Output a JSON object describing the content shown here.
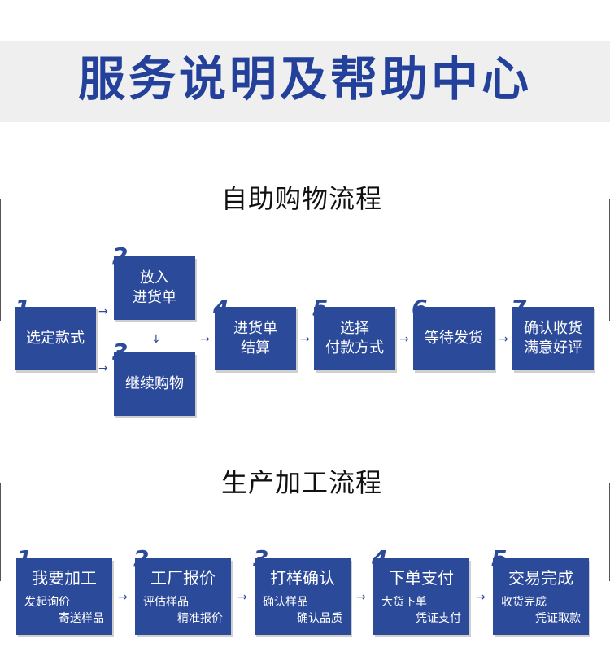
{
  "header": {
    "title": "服务说明及帮助中心"
  },
  "self_flow": {
    "title": "自助购物流程",
    "steps": [
      {
        "num": "1",
        "line1": "选定款式",
        "line2": ""
      },
      {
        "num": "2",
        "line1": "放入",
        "line2": "进货单"
      },
      {
        "num": "3",
        "line1": "继续购物",
        "line2": ""
      },
      {
        "num": "4",
        "line1": "进货单",
        "line2": "结算"
      },
      {
        "num": "5",
        "line1": "选择",
        "line2": "付款方式"
      },
      {
        "num": "6",
        "line1": "等待发货",
        "line2": ""
      },
      {
        "num": "7",
        "line1": "确认收货",
        "line2": "满意好评"
      }
    ]
  },
  "prod_flow": {
    "title": "生产加工流程",
    "steps": [
      {
        "num": "1",
        "title": "我要加工",
        "sub1": "发起询价",
        "sub2": "寄送样品"
      },
      {
        "num": "2",
        "title": "工厂报价",
        "sub1": "评估样品",
        "sub2": "精准报价"
      },
      {
        "num": "3",
        "title": "打样确认",
        "sub1": "确认样品",
        "sub2": "确认品质"
      },
      {
        "num": "4",
        "title": "下单支付",
        "sub1": "大货下单",
        "sub2": "凭证支付"
      },
      {
        "num": "5",
        "title": "交易完成",
        "sub1": "收货完成",
        "sub2": "凭证取款"
      }
    ]
  },
  "colors": {
    "accent": "#2c4a9a",
    "title": "#23409a",
    "banner_bg": "#efefef"
  },
  "icons": {
    "arrow": "arrow-right-icon",
    "arrow_down": "arrow-down-icon"
  }
}
